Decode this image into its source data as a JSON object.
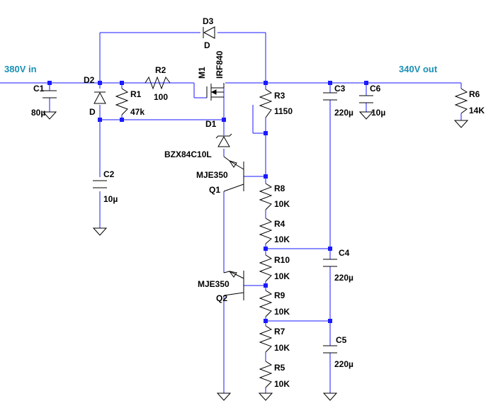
{
  "colors": {
    "wire": "#1a1aff",
    "component": "#000000",
    "net_label": "#1a8fb5",
    "background": "#ffffff"
  },
  "nets": {
    "input": "380V in",
    "output": "340V out"
  },
  "components": {
    "C1": {
      "ref": "C1",
      "value": "80µ"
    },
    "C2": {
      "ref": "C2",
      "value": "10µ"
    },
    "C3": {
      "ref": "C3",
      "value": "220µ"
    },
    "C4": {
      "ref": "C4",
      "value": "220µ"
    },
    "C5": {
      "ref": "C5",
      "value": "220µ"
    },
    "C6": {
      "ref": "C6",
      "value": "10µ"
    },
    "R1": {
      "ref": "R1",
      "value": "47k"
    },
    "R2": {
      "ref": "R2",
      "value": "100"
    },
    "R3": {
      "ref": "R3",
      "value": "1150"
    },
    "R4": {
      "ref": "R4",
      "value": "10K"
    },
    "R5": {
      "ref": "R5",
      "value": "10K"
    },
    "R6": {
      "ref": "R6",
      "value": "14K"
    },
    "R7": {
      "ref": "R7",
      "value": "10K"
    },
    "R8": {
      "ref": "R8",
      "value": "10K"
    },
    "R9": {
      "ref": "R9",
      "value": "10K"
    },
    "R10": {
      "ref": "R10",
      "value": "10K"
    },
    "D1": {
      "ref": "D1",
      "value": "BZX84C10L"
    },
    "D2": {
      "ref": "D2",
      "value": "D"
    },
    "D3": {
      "ref": "D3",
      "value": "D"
    },
    "M1": {
      "ref": "M1",
      "value": "IRF840"
    },
    "Q1": {
      "ref": "Q1",
      "value": "MJE350"
    },
    "Q2": {
      "ref": "Q2",
      "value": "MJE350"
    }
  }
}
